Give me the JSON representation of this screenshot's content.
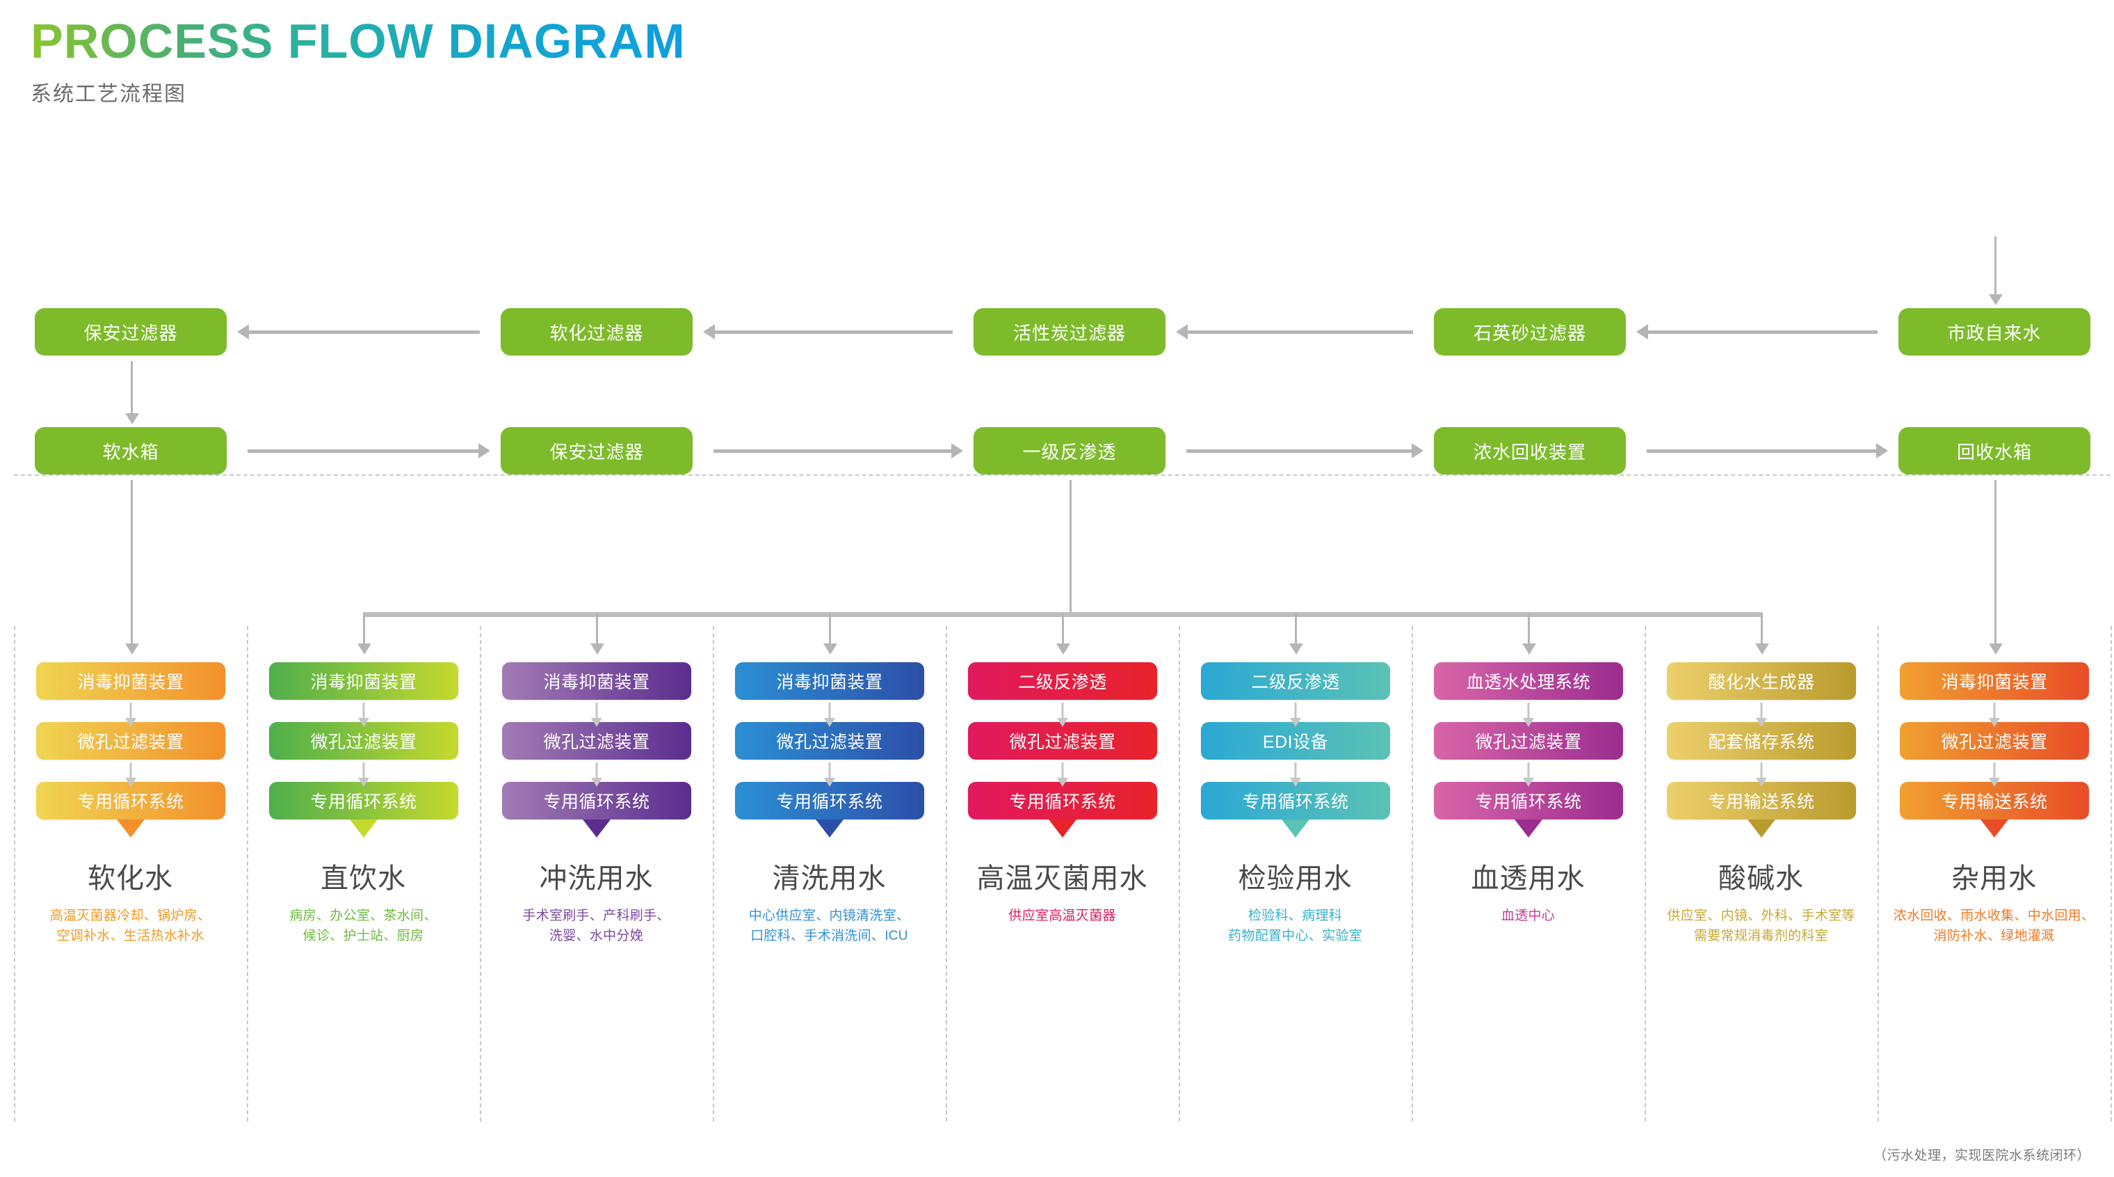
{
  "header": {
    "title": "PROCESS FLOW DIAGRAM",
    "subtitle": "系统工艺流程图",
    "title_gradient_from": "#8CC42F",
    "title_gradient_to": "#0D9FE0"
  },
  "pretreatment": {
    "row1": [
      {
        "label": "保安过滤器"
      },
      {
        "label": "软化过滤器"
      },
      {
        "label": "活性炭过滤器"
      },
      {
        "label": "石英砂过滤器"
      },
      {
        "label": "市政自来水"
      }
    ],
    "row2": [
      {
        "label": "软水箱"
      },
      {
        "label": "保安过滤器"
      },
      {
        "label": "一级反渗透"
      },
      {
        "label": "浓水回收装置"
      },
      {
        "label": "回收水箱"
      }
    ],
    "box_color": "#7DBB2B",
    "connector_color": "#b5b5b5"
  },
  "columns": [
    {
      "stages": [
        "消毒抑菌装置",
        "微孔过滤装置",
        "专用循环系统"
      ],
      "title": "软化水",
      "desc": "高温灭菌器冷却、锅炉房、\n空调补水、生活热水补水",
      "from": "#EFD552",
      "to": "#F3902B",
      "text": "#F0991F"
    },
    {
      "stages": [
        "消毒抑菌装置",
        "微孔过滤装置",
        "专用循环系统"
      ],
      "title": "直饮水",
      "desc": "病房、办公室、茶水间、\n候诊、护士站、厨房",
      "from": "#4FAE4C",
      "to": "#C5D92D",
      "text": "#6CBB3C"
    },
    {
      "stages": [
        "消毒抑菌装置",
        "微孔过滤装置",
        "专用循环系统"
      ],
      "title": "冲洗用水",
      "desc": "手术室刷手、产科刷手、\n洗婴、水中分娩",
      "from": "#A37BB5",
      "to": "#5B2D8E",
      "text": "#7B4A9E"
    },
    {
      "stages": [
        "消毒抑菌装置",
        "微孔过滤装置",
        "专用循环系统"
      ],
      "title": "清洗用水",
      "desc": "中心供应室、内镜清洗室、\n口腔科、手术消洗间、ICU",
      "from": "#2B8FD4",
      "to": "#2C4FA8",
      "text": "#2F8FD6"
    },
    {
      "stages": [
        "二级反渗透",
        "微孔过滤装置",
        "专用循环系统"
      ],
      "title": "高温灭菌用水",
      "desc": "供应室高温灭菌器",
      "from": "#E01A5E",
      "to": "#E8232A",
      "text": "#E01A5E"
    },
    {
      "stages": [
        "二级反渗透",
        "EDI设备",
        "专用循环系统"
      ],
      "title": "检验用水",
      "desc": "检验科、病理科\n药物配置中心、实验室",
      "from": "#2BA8D4",
      "to": "#5BC2B5",
      "text": "#36B0CB"
    },
    {
      "stages": [
        "血透水处理系统",
        "微孔过滤装置",
        "专用循环系统"
      ],
      "title": "血透用水",
      "desc": "血透中心",
      "from": "#D965A8",
      "to": "#9B2D8F",
      "text": "#C23C92"
    },
    {
      "stages": [
        "酸化水生成器",
        "配套储存系统",
        "专用输送系统"
      ],
      "title": "酸碱水",
      "desc": "供应室、内镜、外科、手术室等\n需要常规消毒剂的科室",
      "from": "#EDD06B",
      "to": "#B99B2E",
      "text": "#C8A72F"
    },
    {
      "stages": [
        "消毒抑菌装置",
        "微孔过滤装置",
        "专用输送系统"
      ],
      "title": "杂用水",
      "desc": "浓水回收、雨水收集、中水回用、\n消防补水、绿地灌溉",
      "from": "#F0A030",
      "to": "#E84D28",
      "text": "#EE7A25"
    }
  ],
  "footnote": "（污水处理，实现医院水系统闭环）"
}
